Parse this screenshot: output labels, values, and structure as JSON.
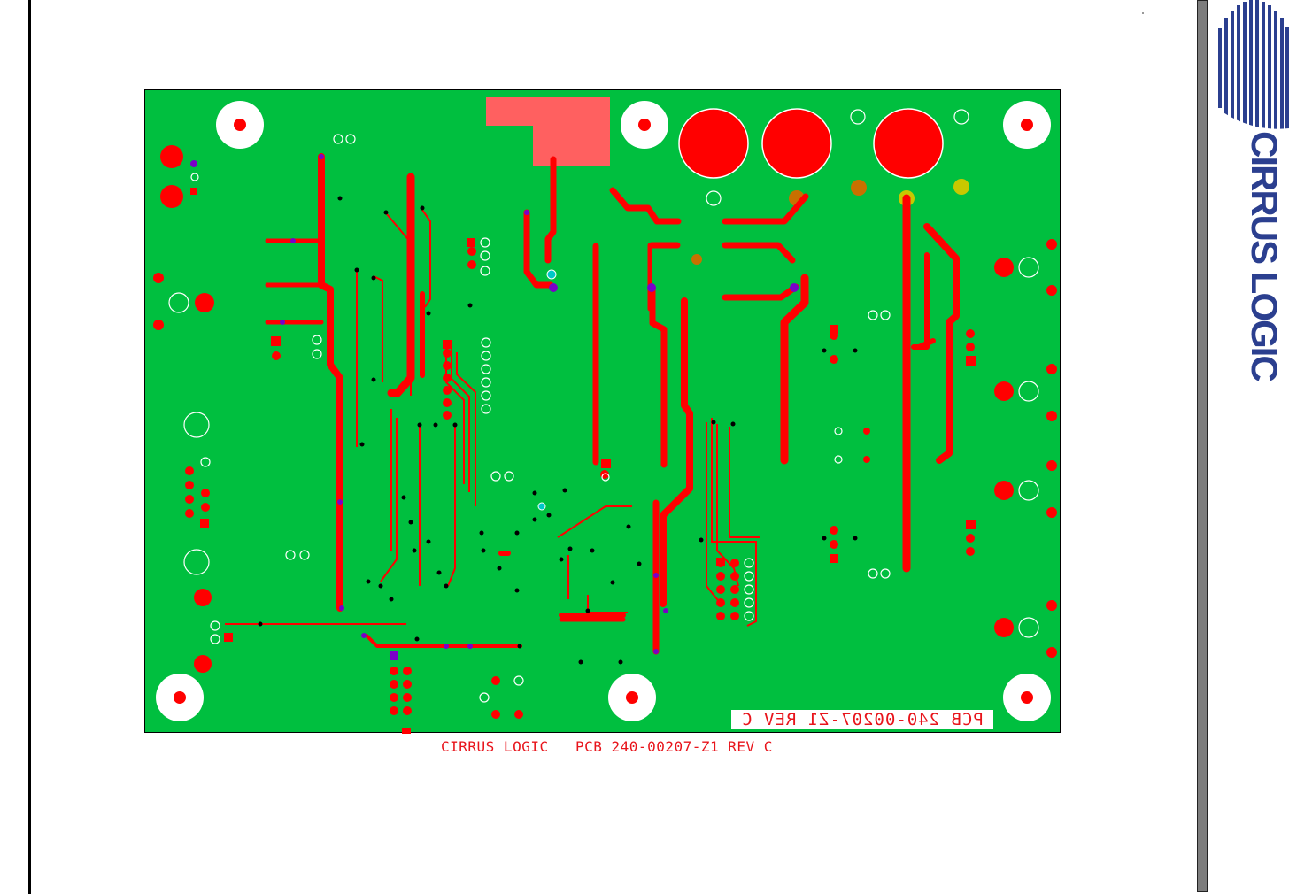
{
  "document": {
    "board_label_mirrored": "PCB 240-00207-Z1 REV C",
    "caption": {
      "company": "CIRRUS LOGIC",
      "pcb": "PCB 240-00207-Z1 REV C"
    },
    "logo_text": "CIRRUS LOGIC"
  },
  "colors": {
    "board": "#00bf3f",
    "copper": "#ff0000",
    "pad_outline": "#ffffff",
    "via": "#000000",
    "text": "#e8141b",
    "logo": "#2b3f8f"
  }
}
